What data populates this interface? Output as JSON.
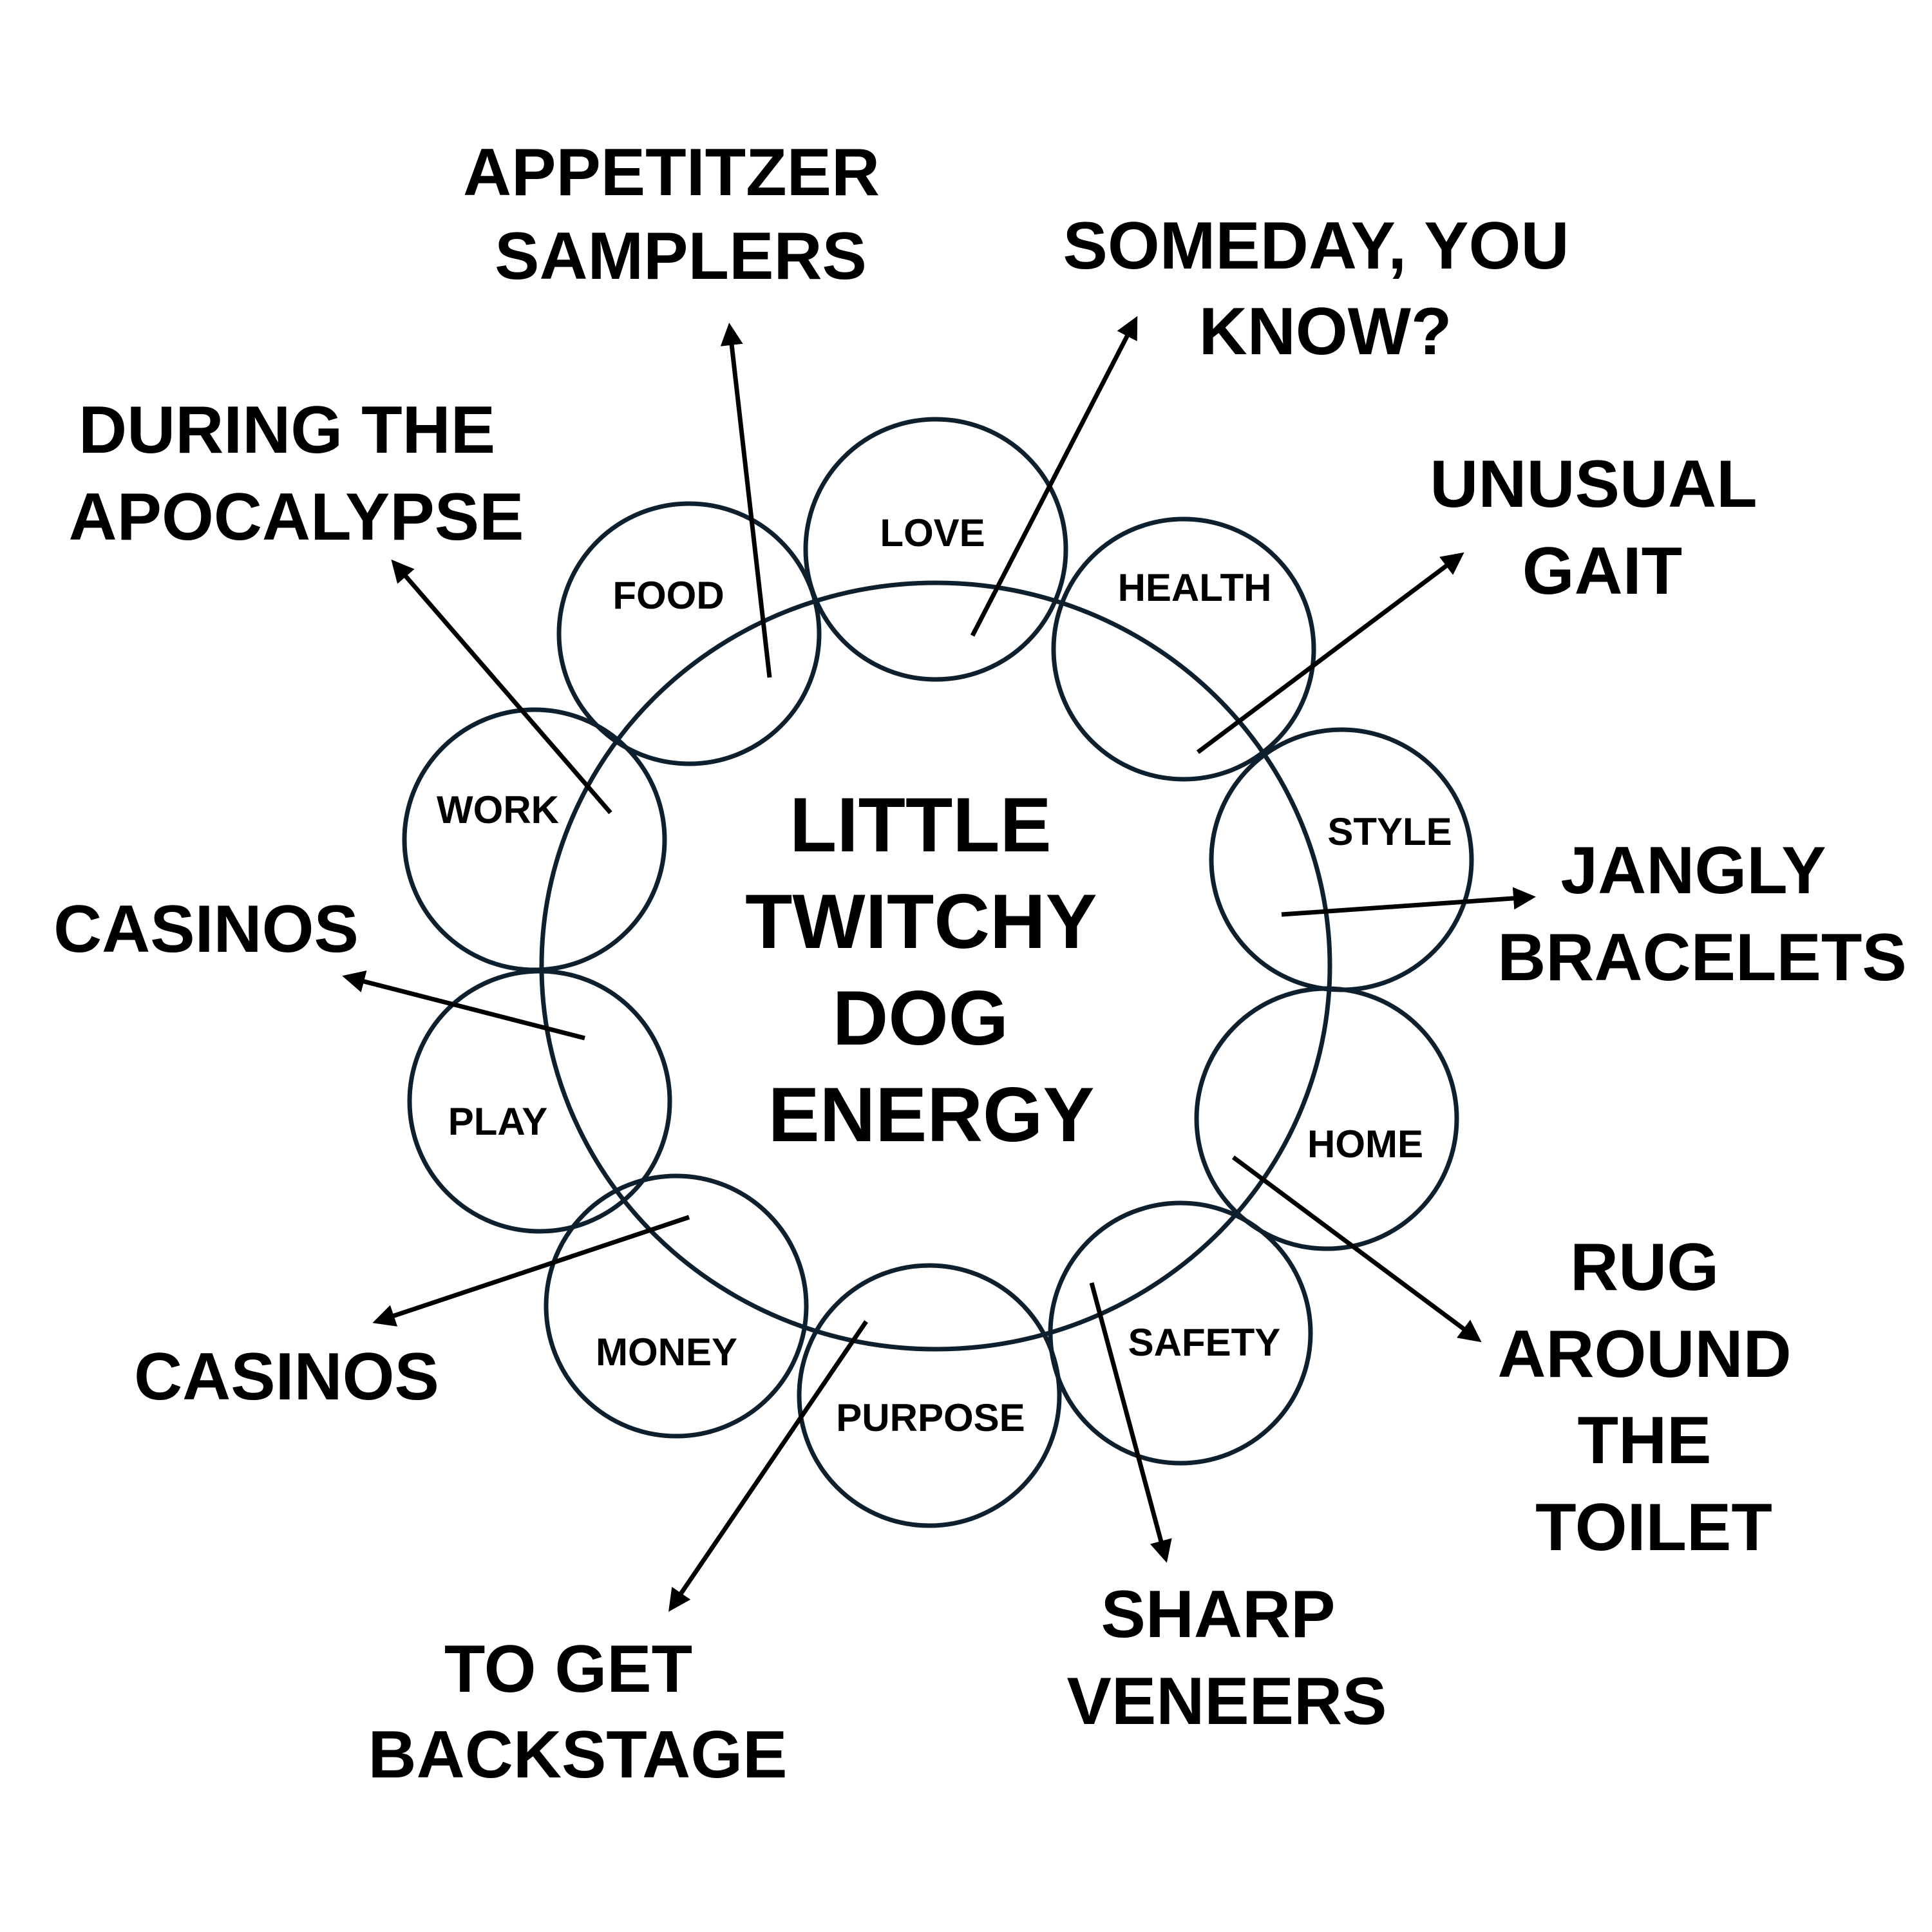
{
  "center": {
    "lines": [
      "LITTLE",
      "TWITCHY",
      "DOG",
      "ENERGY"
    ]
  },
  "nodes": [
    {
      "key": "love",
      "label": "LOVE"
    },
    {
      "key": "food",
      "label": "FOOD"
    },
    {
      "key": "health",
      "label": "HEALTH"
    },
    {
      "key": "work",
      "label": "WORK"
    },
    {
      "key": "style",
      "label": "STYLE"
    },
    {
      "key": "play",
      "label": "PLAY"
    },
    {
      "key": "home",
      "label": "HOME"
    },
    {
      "key": "money",
      "label": "MONEY"
    },
    {
      "key": "safety",
      "label": "SAFETY"
    },
    {
      "key": "purpose",
      "label": "PURPOSE"
    }
  ],
  "outer_labels": [
    {
      "key": "appetizer-samplers",
      "lines": [
        "APPETITZER",
        "SAMPLERS"
      ]
    },
    {
      "key": "someday-you-know",
      "lines": [
        "SOMEDAY, YOU",
        "KNOW?"
      ]
    },
    {
      "key": "during-the-apocalypse",
      "lines": [
        "DURING THE",
        "APOCALYPSE"
      ]
    },
    {
      "key": "unusual-gait",
      "lines": [
        "UNUSUAL",
        "GAIT"
      ]
    },
    {
      "key": "casinos-upper",
      "lines": [
        "CASINOS"
      ]
    },
    {
      "key": "jangly-bracelets",
      "lines": [
        "JANGLY",
        "BRACELETS"
      ]
    },
    {
      "key": "casinos-lower",
      "lines": [
        "CASINOS"
      ]
    },
    {
      "key": "rug-around-the-toilet",
      "lines": [
        "RUG",
        "AROUND",
        "THE",
        "TOILET"
      ]
    },
    {
      "key": "to-get-backstage",
      "lines": [
        "TO GET",
        "BACKSTAGE"
      ]
    },
    {
      "key": "sharp-veneers",
      "lines": [
        "SHARP",
        "VENEERS"
      ]
    }
  ]
}
